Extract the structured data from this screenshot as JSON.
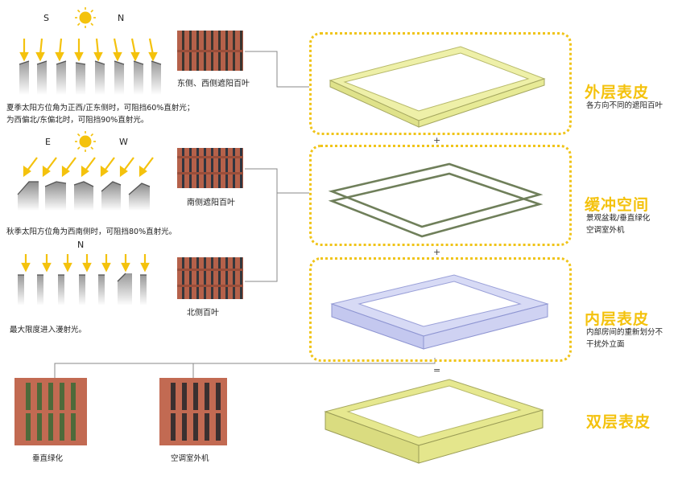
{
  "section1": {
    "dir_left": "S",
    "dir_right": "N",
    "caption_line1": "夏季太阳方位角为正西/正东侧时，可阻挡60%直射光；",
    "caption_line2": "为西偏北/东偏北时，可阻挡90%直射光。",
    "louver_label": "东侧、西侧遮阳百叶"
  },
  "section2": {
    "dir_left": "E",
    "dir_right": "W",
    "caption": "秋季太阳方位角为西南侧时，可阻挡80%直射光。",
    "louver_label": "南侧遮阳百叶"
  },
  "section3": {
    "dir_top": "N",
    "caption": "最大限度进入漫射光。",
    "louver_label": "北侧百叶"
  },
  "photos": {
    "left_label": "垂直绿化",
    "right_label": "空调室外机"
  },
  "layers": {
    "outer_title": "外层表皮",
    "outer_desc": "各方向不同的遮阳百叶",
    "buffer_title": "缓冲空间",
    "buffer_desc_line1": "景观盆栽/垂直绿化",
    "buffer_desc_line2": "空调室外机",
    "inner_title": "内层表皮",
    "inner_desc_line1": "内部房间的重新划分不",
    "inner_desc_line2": "干扰外立面",
    "double_title": "双层表皮"
  },
  "operators": {
    "plus1": "+",
    "plus2": "+",
    "equals": "="
  },
  "colors": {
    "sun": "#f4c20d",
    "accent": "#f4c20d",
    "panel_border": "#f0c419",
    "brick": "#b5614a",
    "glass": "#c9cdf0",
    "mesh": "#eef0a8"
  }
}
